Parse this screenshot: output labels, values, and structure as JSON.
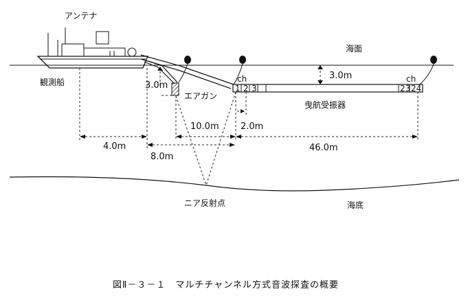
{
  "labels": {
    "antenna": "アンテナ",
    "sea_surface": "海面",
    "survey_vessel": "観測船",
    "air_gun": "エアガン",
    "streamer": "曳航受振器",
    "seabed": "海底",
    "cmp": "ニア反射点"
  },
  "channels": {
    "ch_label": "ch",
    "near": [
      "1",
      "2",
      "3"
    ],
    "far": [
      "23",
      "24"
    ]
  },
  "dimensions": {
    "depth_streamer": "3.0m",
    "depth_airgun": "3.0m",
    "ship_to_gun": "4.0m",
    "ship_to_ch1": "8.0m",
    "gun_to_ch1": "10.0m",
    "channel_interval": "2.0m",
    "ch1_to_ch24": "46.0m"
  },
  "caption": "図Ⅱ－３－１　マルチチャンネル方式音波探査の概要",
  "colors": {
    "ink": "#111111",
    "background": "#ffffff"
  }
}
